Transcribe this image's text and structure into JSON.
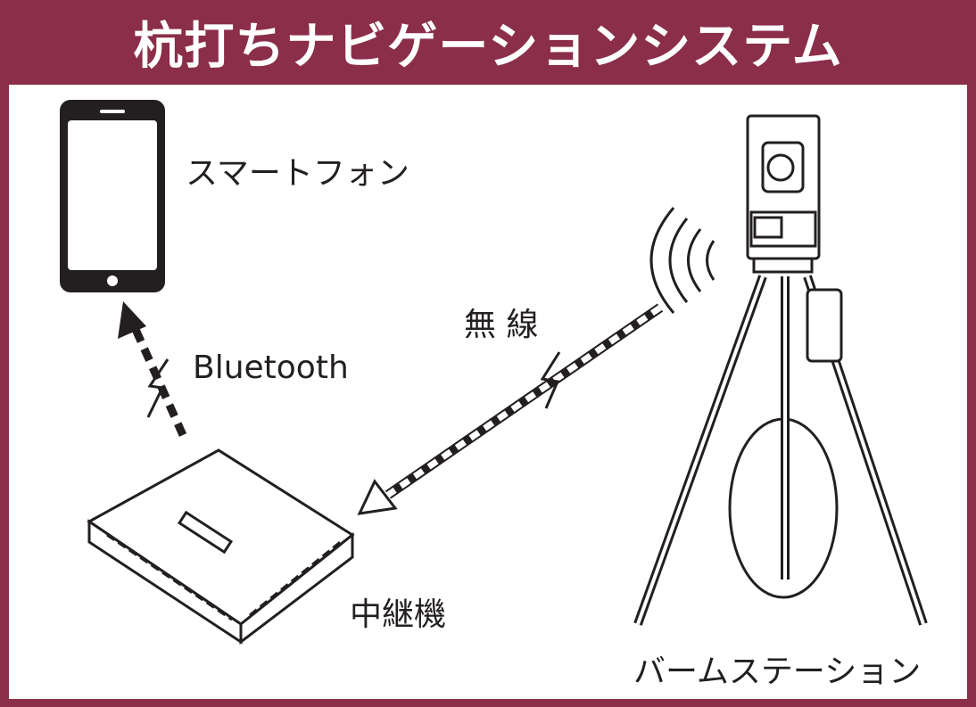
{
  "title": "杭打ちナビゲーションシステム",
  "labels": {
    "smartphone": "スマートフォン",
    "bluetooth": "Bluetooth",
    "wireless": "無 線",
    "relay": "中継機",
    "base_station": "バームステーション"
  },
  "colors": {
    "frame": "#8a2e49",
    "ink": "#231f20"
  }
}
